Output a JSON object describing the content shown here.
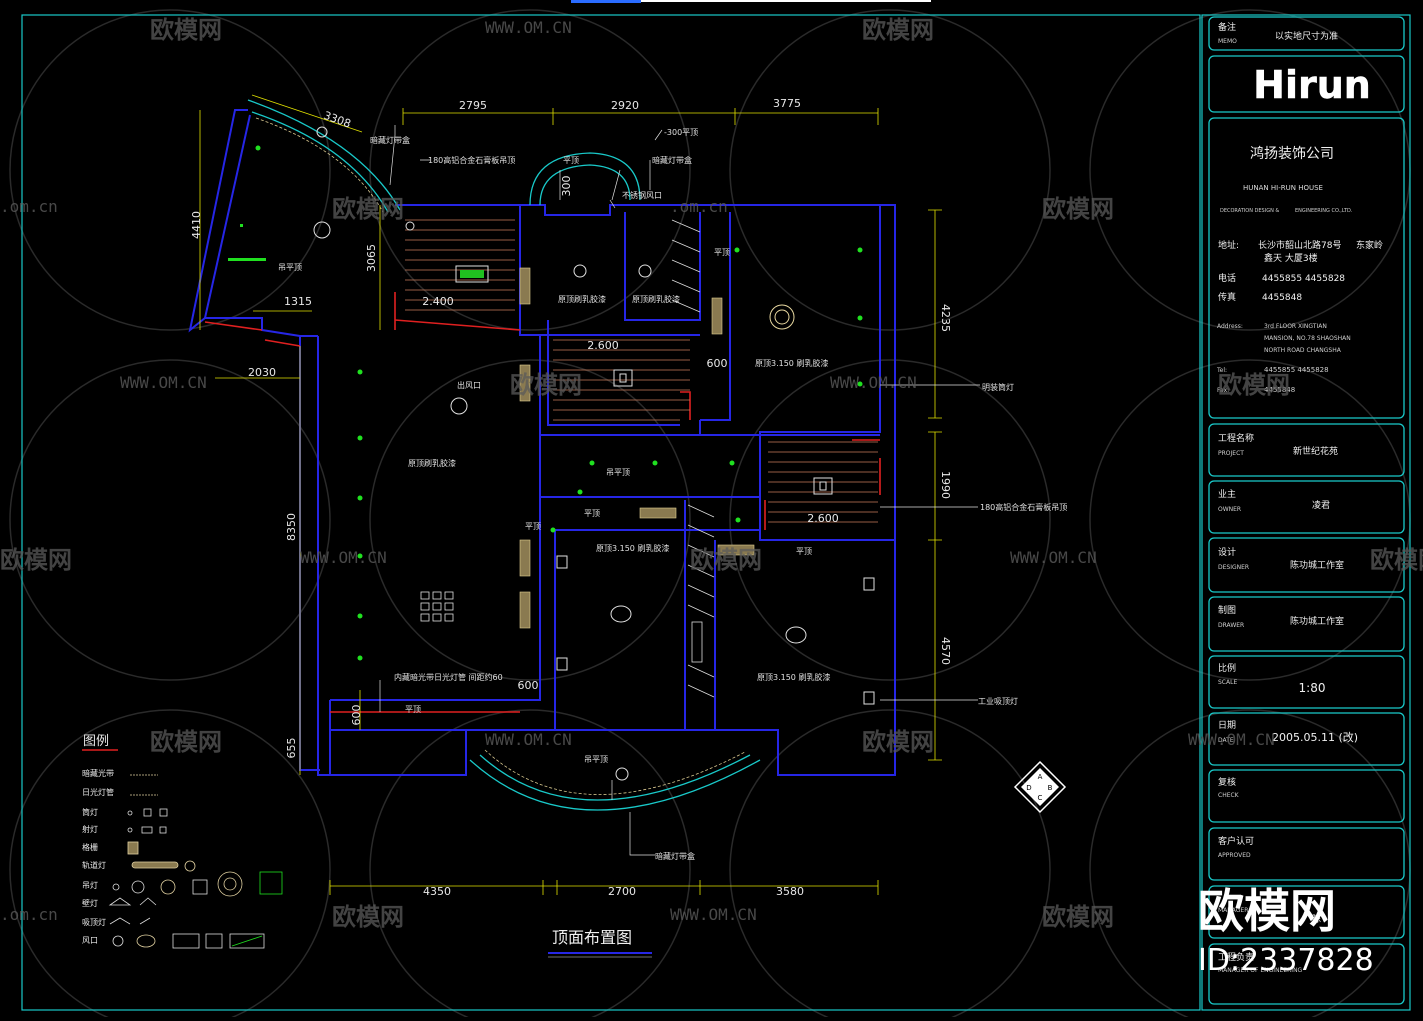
{
  "drawing": {
    "title": "顶面布置图",
    "legend_title": "图例",
    "legend_items": [
      "暗藏光带",
      "日光灯管",
      "筒灯",
      "射灯",
      "格栅",
      "轨道灯",
      "吊灯",
      "壁灯",
      "吸顶灯",
      "风口"
    ],
    "dimensions": {
      "top": [
        "2795",
        "2920",
        "3775"
      ],
      "bottom": [
        "4350",
        "2700",
        "3580"
      ],
      "left": [
        "4410",
        "3065",
        "1315",
        "2030",
        "8350",
        "655",
        "600"
      ],
      "right": [
        "4235",
        "1990",
        "4570"
      ],
      "angled": "3308",
      "levels": [
        "2.400",
        "2.600",
        "2.600",
        "600",
        "600",
        "300"
      ]
    },
    "annotations": [
      "暗藏灯带盒",
      "180高铝合金石膏板吊顶",
      "暗藏灯带盒",
      "-300平顶",
      "不锈钢风口",
      "平顶",
      "吊平顶",
      "原顶刷乳胶漆",
      "原顶刷乳胶漆",
      "明装筒灯",
      "平顶",
      "原顶3.150 刷乳胶漆",
      "吊平顶",
      "出风口",
      "原顶刷乳胶漆",
      "180高铝合金石膏板吊顶",
      "平顶",
      "平顶",
      "原顶3.150 刷乳胶漆",
      "平顶",
      "原顶3.150 刷乳胶漆",
      "工业吸顶灯",
      "内藏暗光带日光灯管 间距约60",
      "平顶",
      "吊平顶",
      "暗藏灯带盒"
    ],
    "compass": [
      "A",
      "B",
      "C",
      "D"
    ]
  },
  "watermark": {
    "brand": "欧模网",
    "url": "WWW.OM.CN",
    "url_short": ".om.cn",
    "id": "ID:2337828"
  },
  "title_block": {
    "memo_label": "备注",
    "memo_sub": "MEMO",
    "memo_value": "以实地尺寸为准",
    "logo": "Hirun",
    "company_cn": "鸿扬装饰公司",
    "company_en": "HUNAN HI-RUN HOUSE",
    "company_en2a": "DECORATION DESIGN &",
    "company_en2b": "ENGINEERING CO.,LTD.",
    "addr_label": "地址:",
    "addr_value1": "长沙市韶山北路78号",
    "addr_value1b": "东家岭",
    "addr_value2": "鑫天 大厦3楼",
    "tel_label": "电话",
    "tel_value": "4455855   4455828",
    "fax_label": "传真",
    "fax_value": "4455848",
    "en_address_label": "Address:",
    "en_address_1": "3rd FLOOR  XINGTIAN",
    "en_address_2": "MANSION, NO.78 SHAOSHAN",
    "en_address_3": "NORTH ROAD CHANGSHA",
    "en_tel_label": "Tel:",
    "en_tel_value": "4455855    4455828",
    "en_fax_label": "Fax:",
    "en_fax_value": "4455848",
    "rows": [
      {
        "label": "工程名称",
        "sub": "PROJECT",
        "value": "新世纪花苑"
      },
      {
        "label": "业主",
        "sub": "OWNER",
        "value": "凌君"
      },
      {
        "label": "设计",
        "sub": "DESIGNER",
        "value": "陈功城工作室"
      },
      {
        "label": "制图",
        "sub": "DRAWER",
        "value": "陈功城工作室"
      },
      {
        "label": "比例",
        "sub": "SCALE",
        "value": "1:80"
      },
      {
        "label": "日期",
        "sub": "DATE",
        "value": "2005.05.11 (改)"
      },
      {
        "label": "复核",
        "sub": "CHECK",
        "value": ""
      },
      {
        "label": "客户认可",
        "sub": "APPROVED",
        "value": ""
      },
      {
        "label": "工程负责",
        "sub": "MANAGER OF ENGINEERING",
        "value": ""
      }
    ],
    "tail_sub": "MANAGER",
    "tail_value": "陈"
  }
}
